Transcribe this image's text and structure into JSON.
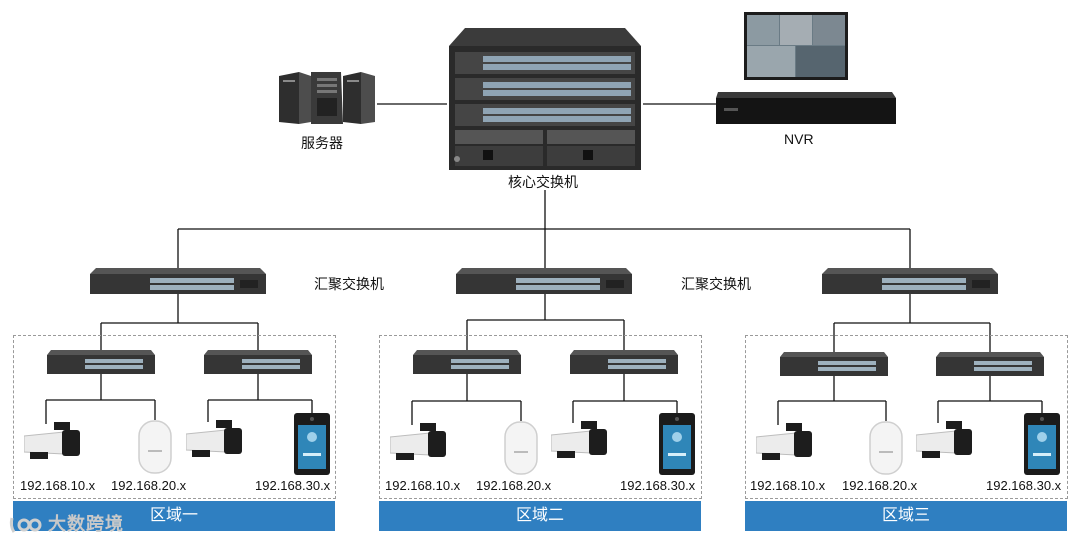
{
  "core": {
    "label": "核心交换机"
  },
  "server": {
    "label": "服务器"
  },
  "nvr": {
    "label": "NVR"
  },
  "aggregation_labels": [
    "汇聚交换机",
    "汇聚交换机"
  ],
  "regions": [
    {
      "name": "区域一",
      "ips": [
        "192.168.10.x",
        "192.168.20.x",
        "192.168.30.x"
      ]
    },
    {
      "name": "区域二",
      "ips": [
        "192.168.10.x",
        "192.168.20.x",
        "192.168.30.x"
      ]
    },
    {
      "name": "区域三",
      "ips": [
        "192.168.10.x",
        "192.168.20.x",
        "192.168.30.x"
      ]
    }
  ],
  "watermark": "大数跨境",
  "colors": {
    "region_bar": "#2f7fc1",
    "line": "#111111"
  }
}
